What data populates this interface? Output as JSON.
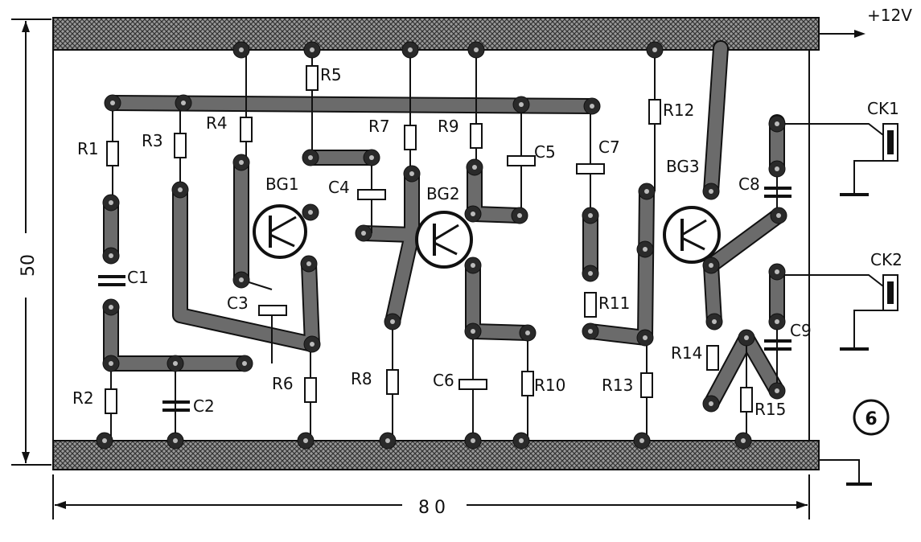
{
  "supply": {
    "label": "+12V"
  },
  "dimensions": {
    "width": "80",
    "height": "50"
  },
  "figure_number": "6",
  "transistors": [
    "BG1",
    "BG2",
    "BG3"
  ],
  "resistors": [
    "R1",
    "R2",
    "R3",
    "R4",
    "R5",
    "R6",
    "R7",
    "R8",
    "R9",
    "R10",
    "R11",
    "R12",
    "R13",
    "R14",
    "R15"
  ],
  "capacitors": [
    "C1",
    "C2",
    "C3",
    "C4",
    "C5",
    "C6",
    "C7",
    "C8",
    "C9"
  ],
  "connectors": [
    "CK1",
    "CK2"
  ]
}
